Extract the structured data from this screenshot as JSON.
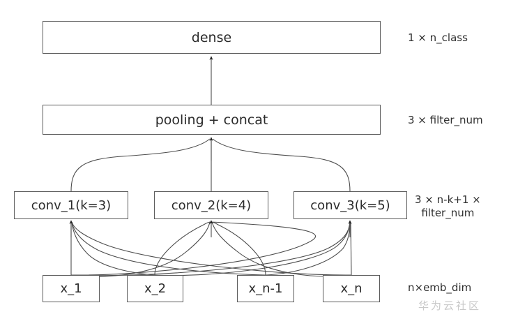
{
  "diagram": {
    "title_text": "",
    "stroke_color": "#5b5b5b",
    "text_color": "#2b2b2b",
    "background_color": "#ffffff",
    "watermark_color": "#c9c9c9",
    "layers": {
      "dense": {
        "label": "dense",
        "annotation": "1 × n_class"
      },
      "pooling": {
        "label": "pooling + concat",
        "annotation": "3 × filter_num"
      },
      "conv": {
        "annotation": "3 × n-k+1 ×\nfilter_num",
        "boxes": [
          {
            "label": "conv_1(k=3)"
          },
          {
            "label": "conv_2(k=4)"
          },
          {
            "label": "conv_3(k=5)"
          }
        ]
      },
      "input": {
        "annotation": "n×emb_dim",
        "boxes": [
          {
            "label": "x_1"
          },
          {
            "label": "x_2"
          },
          {
            "label": "x_n-1"
          },
          {
            "label": "x_n"
          }
        ]
      }
    },
    "watermark": "华为云社区"
  }
}
